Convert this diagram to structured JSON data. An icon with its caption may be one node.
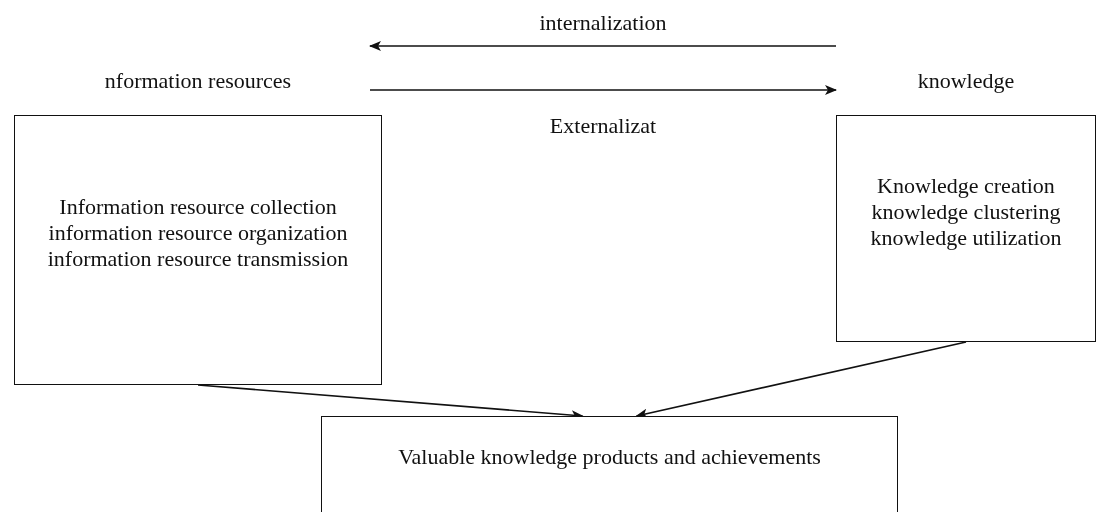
{
  "diagram": {
    "nodes": [
      {
        "text": [
          "nformation resources",
          "Information resource collection",
          "information resource organization",
          "information resource transmission"
        ]
      },
      {
        "text": [
          "knowledge",
          "Knowledge creation",
          "knowledge clustering",
          "knowledge utilization"
        ]
      },
      {
        "text": [
          "Valuable knowledge products and achievements"
        ]
      }
    ],
    "edges": [
      {
        "from": 1,
        "to": 0,
        "arrow": "to",
        "label": "internalization"
      },
      {
        "from": 0,
        "to": 1,
        "arrow": "to",
        "label": "Externalizat"
      },
      {
        "from": 0,
        "to": 2,
        "arrow": "to"
      },
      {
        "from": 1,
        "to": 2,
        "arrow": "to"
      }
    ]
  }
}
